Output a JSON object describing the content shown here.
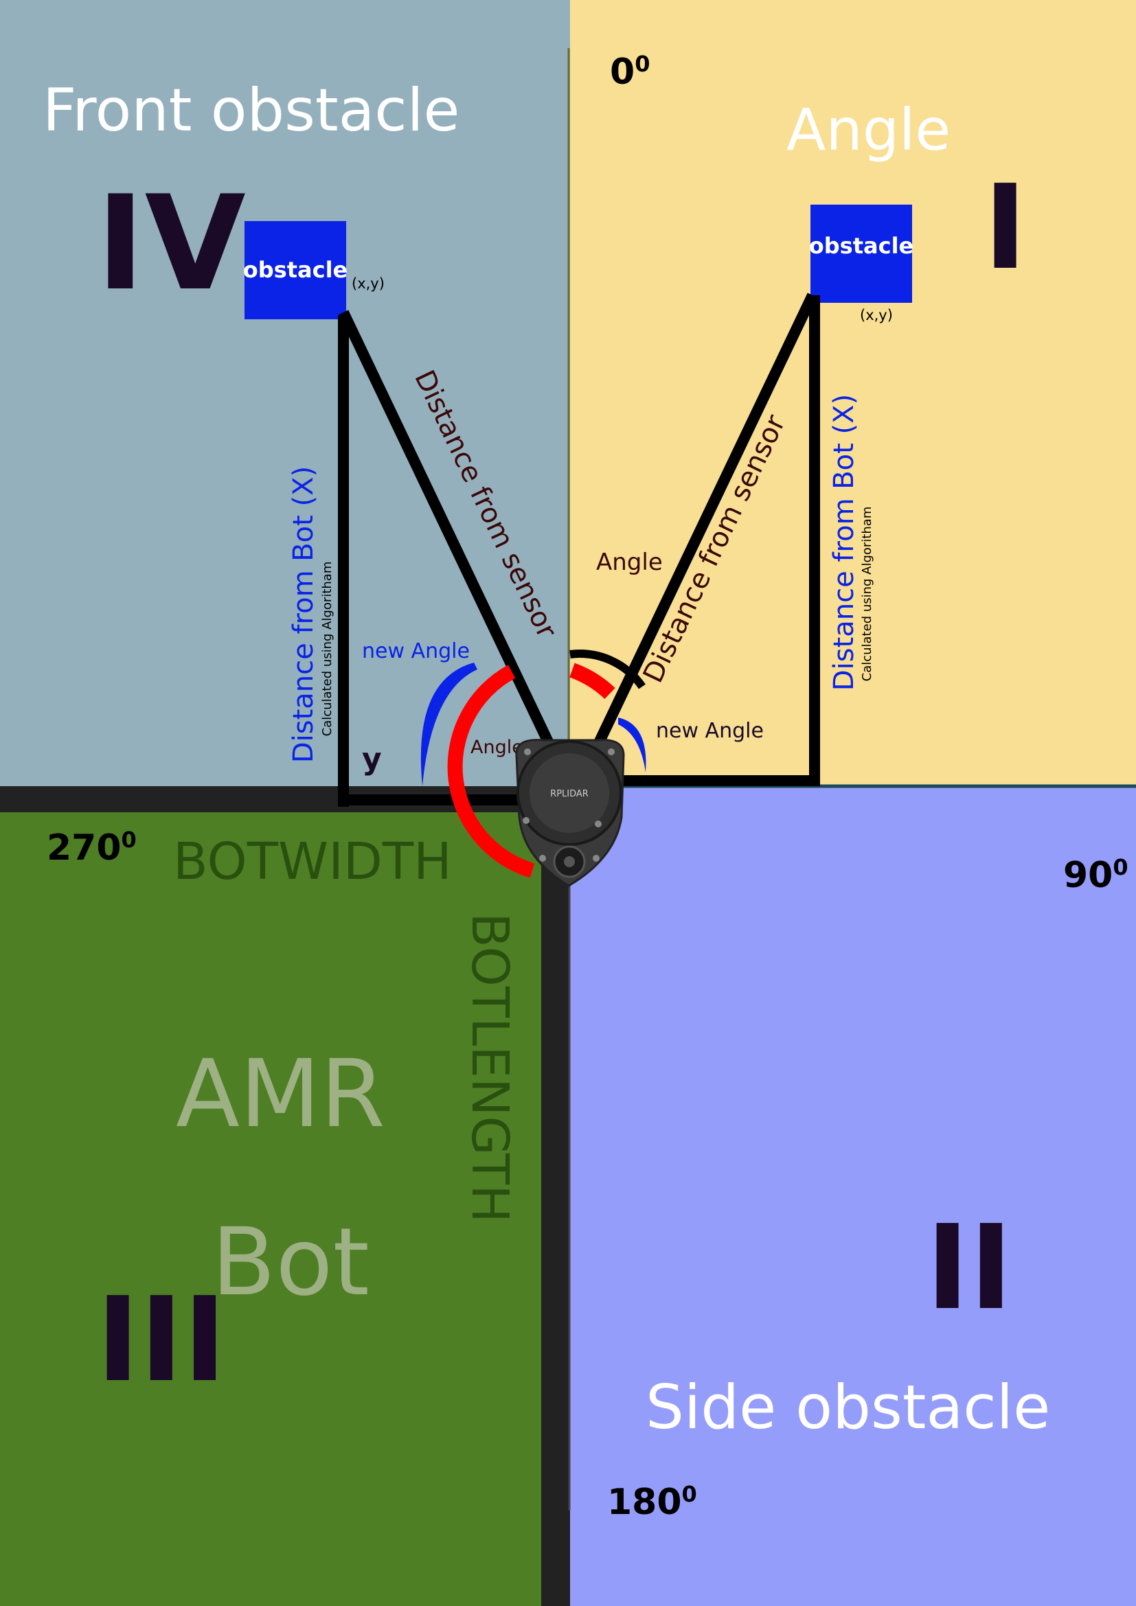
{
  "colors": {
    "front": "#94b0bc",
    "angle_quad": "#f9df94",
    "bot": "#4f7f24",
    "side": "#959dfa",
    "obstacle": "#0a23e6",
    "line": "#000000",
    "red_arc": "#ff0000",
    "blue_arc": "#0a23e6",
    "roman": "#1a0a28",
    "dark_label": "#3a0808",
    "bot_text": "#9db184",
    "bot_dim_text": "#2a5010"
  },
  "headings": {
    "front": "Front obstacle",
    "angle": "Angle",
    "amr": "AMR",
    "bot": "Bot",
    "side": "Side obstacle"
  },
  "quadrants": {
    "i": "I",
    "ii": "II",
    "iii": "III",
    "iv": "IV"
  },
  "degrees": {
    "d0": "0",
    "d90": "90",
    "d180": "180",
    "d270": "270",
    "sup": "0"
  },
  "obstacles": {
    "left": {
      "label": "obstacle",
      "coord": "(x,y)"
    },
    "right": {
      "label": "obstacle",
      "coord": "(x,y)"
    }
  },
  "labels": {
    "distance_sensor": "Distance from sensor",
    "distance_bot": "Distance from Bot (X)",
    "calculated": "Calculated using Algoritham",
    "new_angle": "new Angle",
    "angle": "Angle",
    "y": "y",
    "botwidth": "BOTWIDTH",
    "botlength": "BOTLENGTH",
    "rplidar": "RPLIDAR"
  }
}
